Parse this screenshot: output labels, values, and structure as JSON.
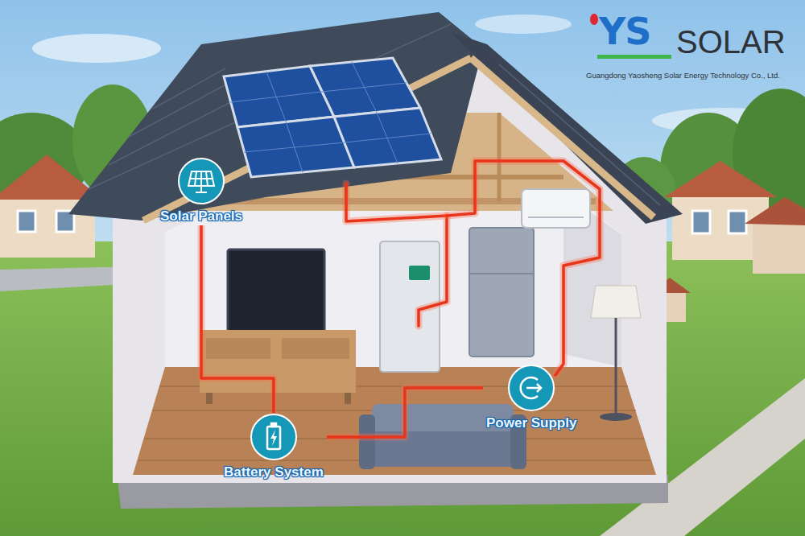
{
  "diagram": {
    "nodes": [
      {
        "text": [
          "Solar Panels"
        ]
      },
      {
        "text": [
          "Battery System"
        ]
      },
      {
        "text": [
          "Power Supply"
        ]
      }
    ],
    "edges": [
      {
        "from": 0,
        "to": 1,
        "arrow": "none"
      },
      {
        "from": 1,
        "to": 2,
        "arrow": "none"
      }
    ],
    "labels": [
      "YS",
      "SOLAR",
      "Guangdong Yaosheng Solar Energy Technology Co., Ltd."
    ]
  }
}
